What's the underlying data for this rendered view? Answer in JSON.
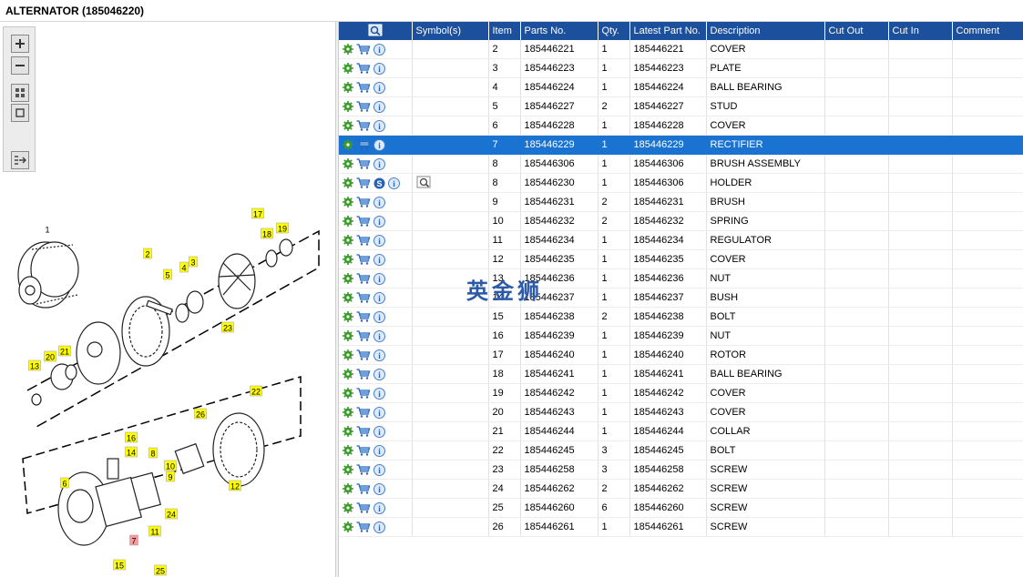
{
  "title": "ALTERNATOR (185046220)",
  "watermark": "英金狮",
  "columns": [
    "",
    "Symbol(s)",
    "Item",
    "Parts No.",
    "Qty.",
    "Latest Part No.",
    "Description",
    "Cut Out",
    "Cut In",
    "Comment"
  ],
  "rows": [
    {
      "item": "2",
      "part": "185446221",
      "qty": "1",
      "latest": "185446221",
      "desc": "COVER"
    },
    {
      "item": "3",
      "part": "185446223",
      "qty": "1",
      "latest": "185446223",
      "desc": "PLATE"
    },
    {
      "item": "4",
      "part": "185446224",
      "qty": "1",
      "latest": "185446224",
      "desc": "BALL BEARING"
    },
    {
      "item": "5",
      "part": "185446227",
      "qty": "2",
      "latest": "185446227",
      "desc": "STUD"
    },
    {
      "item": "6",
      "part": "185446228",
      "qty": "1",
      "latest": "185446228",
      "desc": "COVER"
    },
    {
      "item": "7",
      "part": "185446229",
      "qty": "1",
      "latest": "185446229",
      "desc": "RECTIFIER",
      "selected": true
    },
    {
      "item": "8",
      "part": "185446306",
      "qty": "1",
      "latest": "185446306",
      "desc": "BRUSH ASSEMBLY"
    },
    {
      "item": "8",
      "part": "185446230",
      "qty": "1",
      "latest": "185446306",
      "desc": "HOLDER",
      "superseded": true
    },
    {
      "item": "9",
      "part": "185446231",
      "qty": "2",
      "latest": "185446231",
      "desc": "BRUSH"
    },
    {
      "item": "10",
      "part": "185446232",
      "qty": "2",
      "latest": "185446232",
      "desc": "SPRING"
    },
    {
      "item": "11",
      "part": "185446234",
      "qty": "1",
      "latest": "185446234",
      "desc": "REGULATOR"
    },
    {
      "item": "12",
      "part": "185446235",
      "qty": "1",
      "latest": "185446235",
      "desc": "COVER"
    },
    {
      "item": "13",
      "part": "185446236",
      "qty": "1",
      "latest": "185446236",
      "desc": "NUT"
    },
    {
      "item": "14",
      "part": "185446237",
      "qty": "1",
      "latest": "185446237",
      "desc": "BUSH"
    },
    {
      "item": "15",
      "part": "185446238",
      "qty": "2",
      "latest": "185446238",
      "desc": "BOLT"
    },
    {
      "item": "16",
      "part": "185446239",
      "qty": "1",
      "latest": "185446239",
      "desc": "NUT"
    },
    {
      "item": "17",
      "part": "185446240",
      "qty": "1",
      "latest": "185446240",
      "desc": "ROTOR"
    },
    {
      "item": "18",
      "part": "185446241",
      "qty": "1",
      "latest": "185446241",
      "desc": "BALL BEARING"
    },
    {
      "item": "19",
      "part": "185446242",
      "qty": "1",
      "latest": "185446242",
      "desc": "COVER"
    },
    {
      "item": "20",
      "part": "185446243",
      "qty": "1",
      "latest": "185446243",
      "desc": "COVER"
    },
    {
      "item": "21",
      "part": "185446244",
      "qty": "1",
      "latest": "185446244",
      "desc": "COLLAR"
    },
    {
      "item": "22",
      "part": "185446245",
      "qty": "3",
      "latest": "185446245",
      "desc": "BOLT"
    },
    {
      "item": "23",
      "part": "185446258",
      "qty": "3",
      "latest": "185446258",
      "desc": "SCREW"
    },
    {
      "item": "24",
      "part": "185446262",
      "qty": "2",
      "latest": "185446262",
      "desc": "SCREW"
    },
    {
      "item": "25",
      "part": "185446260",
      "qty": "6",
      "latest": "185446260",
      "desc": "SCREW"
    },
    {
      "item": "26",
      "part": "185446261",
      "qty": "1",
      "latest": "185446261",
      "desc": "SCREW"
    }
  ],
  "diagram_labels": [
    "1",
    "2",
    "3",
    "4",
    "5",
    "6",
    "7",
    "8",
    "9",
    "10",
    "11",
    "12",
    "13",
    "14",
    "15",
    "16",
    "17",
    "18",
    "19",
    "20",
    "21",
    "22",
    "23",
    "24",
    "25",
    "26"
  ],
  "colors": {
    "header": "#1c4f9c",
    "selected": "#1a73d1",
    "callout": "#ffff00",
    "callout_selected": "#ff9999"
  }
}
